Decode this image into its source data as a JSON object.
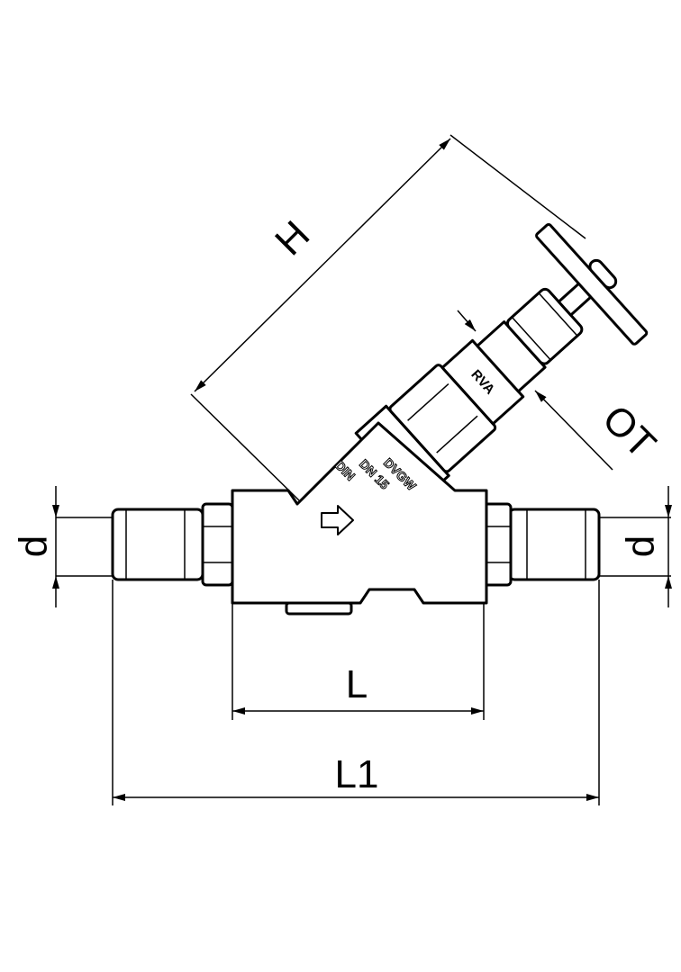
{
  "drawing": {
    "dimension_labels": {
      "height": "H",
      "handwheel": "OT",
      "pipe_left": "d",
      "pipe_right": "d",
      "body_length": "L",
      "overall_length": "L1"
    },
    "markings": {
      "bonnet": "RVA",
      "cert": "DVGW",
      "size": "DN 15",
      "standard": "DIN"
    }
  }
}
